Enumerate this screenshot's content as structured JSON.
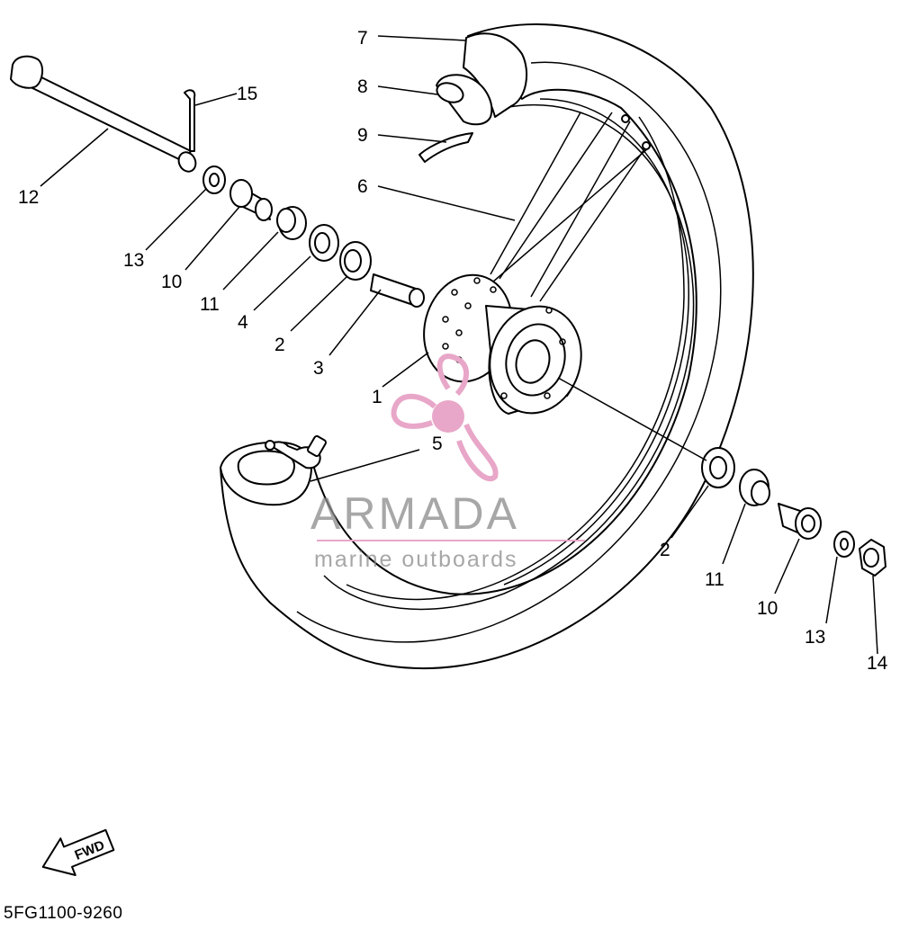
{
  "diagram": {
    "callouts": [
      "7",
      "8",
      "9",
      "6",
      "15",
      "12",
      "13",
      "10",
      "11",
      "4",
      "2",
      "3",
      "1",
      "5",
      "2",
      "11",
      "10",
      "13",
      "14"
    ],
    "fwd_label": "FWD",
    "diagram_code": "5FG1100-9260"
  },
  "watermark": {
    "brand": "ARMADA",
    "tagline": "marine outboards",
    "color_pink": "#e8a7c8",
    "color_gray": "#8a8a8a"
  }
}
